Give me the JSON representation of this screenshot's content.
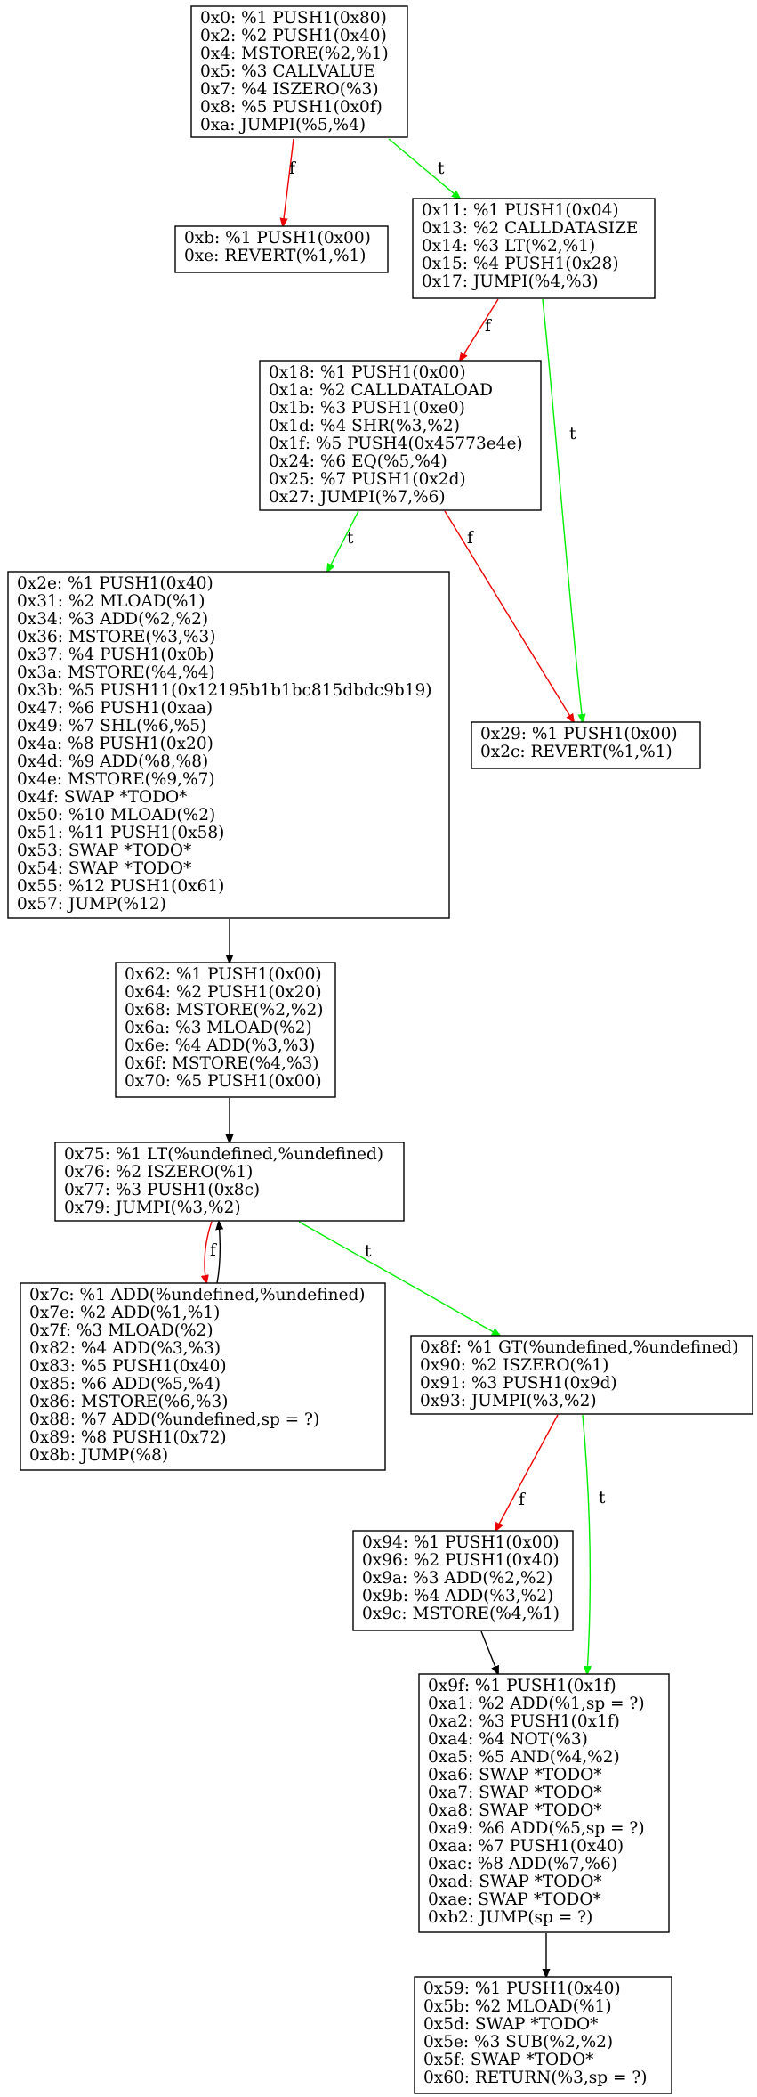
{
  "colors": {
    "true": "#00ee00",
    "false": "#ee0000",
    "plain": "#000000"
  },
  "nodes": [
    {
      "id": "n0",
      "lines": [
        "0x0: %1 PUSH1(0x80)",
        "0x2: %2 PUSH1(0x40)",
        "0x4: MSTORE(%2,%1)",
        "0x5: %3 CALLVALUE",
        "0x7: %4 ISZERO(%3)",
        "0x8: %5 PUSH1(0x0f)",
        "0xa: JUMPI(%5,%4)"
      ]
    },
    {
      "id": "n0b",
      "lines": [
        "0xb: %1 PUSH1(0x00)",
        "0xe: REVERT(%1,%1)"
      ]
    },
    {
      "id": "n11",
      "lines": [
        "0x11: %1 PUSH1(0x04)",
        "0x13: %2 CALLDATASIZE",
        "0x14: %3 LT(%2,%1)",
        "0x15: %4 PUSH1(0x28)",
        "0x17: JUMPI(%4,%3)"
      ]
    },
    {
      "id": "n18",
      "lines": [
        "0x18: %1 PUSH1(0x00)",
        "0x1a: %2 CALLDATALOAD",
        "0x1b: %3 PUSH1(0xe0)",
        "0x1d: %4 SHR(%3,%2)",
        "0x1f: %5 PUSH4(0x45773e4e)",
        "0x24: %6 EQ(%5,%4)",
        "0x25: %7 PUSH1(0x2d)",
        "0x27: JUMPI(%7,%6)"
      ]
    },
    {
      "id": "n2e",
      "lines": [
        "0x2e: %1 PUSH1(0x40)",
        "0x31: %2 MLOAD(%1)",
        "0x34: %3 ADD(%2,%2)",
        "0x36: MSTORE(%3,%3)",
        "0x37: %4 PUSH1(0x0b)",
        "0x3a: MSTORE(%4,%4)",
        "0x3b: %5 PUSH11(0x12195b1b1bc815dbdc9b19)",
        "0x47: %6 PUSH1(0xaa)",
        "0x49: %7 SHL(%6,%5)",
        "0x4a: %8 PUSH1(0x20)",
        "0x4d: %9 ADD(%8,%8)",
        "0x4e: MSTORE(%9,%7)",
        "0x4f: SWAP *TODO*",
        "0x50: %10 MLOAD(%2)",
        "0x51: %11 PUSH1(0x58)",
        "0x53: SWAP *TODO*",
        "0x54: SWAP *TODO*",
        "0x55: %12 PUSH1(0x61)",
        "0x57: JUMP(%12)"
      ]
    },
    {
      "id": "n29",
      "lines": [
        "0x29: %1 PUSH1(0x00)",
        "0x2c: REVERT(%1,%1)"
      ]
    },
    {
      "id": "n62",
      "lines": [
        "0x62: %1 PUSH1(0x00)",
        "0x64: %2 PUSH1(0x20)",
        "0x68: MSTORE(%2,%2)",
        "0x6a: %3 MLOAD(%2)",
        "0x6e: %4 ADD(%3,%3)",
        "0x6f: MSTORE(%4,%3)",
        "0x70: %5 PUSH1(0x00)"
      ]
    },
    {
      "id": "n75",
      "lines": [
        "0x75: %1 LT(%undefined,%undefined)",
        "0x76: %2 ISZERO(%1)",
        "0x77: %3 PUSH1(0x8c)",
        "0x79: JUMPI(%3,%2)"
      ]
    },
    {
      "id": "n7c",
      "lines": [
        "0x7c: %1 ADD(%undefined,%undefined)",
        "0x7e: %2 ADD(%1,%1)",
        "0x7f: %3 MLOAD(%2)",
        "0x82: %4 ADD(%3,%3)",
        "0x83: %5 PUSH1(0x40)",
        "0x85: %6 ADD(%5,%4)",
        "0x86: MSTORE(%6,%3)",
        "0x88: %7 ADD(%undefined,sp = ?)",
        "0x89: %8 PUSH1(0x72)",
        "0x8b: JUMP(%8)"
      ]
    },
    {
      "id": "n8f",
      "lines": [
        "0x8f: %1 GT(%undefined,%undefined)",
        "0x90: %2 ISZERO(%1)",
        "0x91: %3 PUSH1(0x9d)",
        "0x93: JUMPI(%3,%2)"
      ]
    },
    {
      "id": "n94",
      "lines": [
        "0x94: %1 PUSH1(0x00)",
        "0x96: %2 PUSH1(0x40)",
        "0x9a: %3 ADD(%2,%2)",
        "0x9b: %4 ADD(%3,%2)",
        "0x9c: MSTORE(%4,%1)"
      ]
    },
    {
      "id": "n9f",
      "lines": [
        "0x9f: %1 PUSH1(0x1f)",
        "0xa1: %2 ADD(%1,sp = ?)",
        "0xa2: %3 PUSH1(0x1f)",
        "0xa4: %4 NOT(%3)",
        "0xa5: %5 AND(%4,%2)",
        "0xa6: SWAP *TODO*",
        "0xa7: SWAP *TODO*",
        "0xa8: SWAP *TODO*",
        "0xa9: %6 ADD(%5,sp = ?)",
        "0xaa: %7 PUSH1(0x40)",
        "0xac: %8 ADD(%7,%6)",
        "0xad: SWAP *TODO*",
        "0xae: SWAP *TODO*",
        "0xb2: JUMP(sp = ?)"
      ]
    },
    {
      "id": "n59",
      "lines": [
        "0x59: %1 PUSH1(0x40)",
        "0x5b: %2 MLOAD(%1)",
        "0x5d: SWAP *TODO*",
        "0x5e: %3 SUB(%2,%2)",
        "0x5f: SWAP *TODO*",
        "0x60: RETURN(%3,sp = ?)"
      ]
    }
  ],
  "edges": [
    {
      "id": "e0",
      "from": "n0",
      "to": "n0b",
      "kind": "false",
      "label": "f"
    },
    {
      "id": "e1",
      "from": "n0",
      "to": "n11",
      "kind": "true",
      "label": "t"
    },
    {
      "id": "e2",
      "from": "n11",
      "to": "n18",
      "kind": "false",
      "label": "f"
    },
    {
      "id": "e3",
      "from": "n11",
      "to": "n29",
      "kind": "true",
      "label": "t"
    },
    {
      "id": "e4",
      "from": "n18",
      "to": "n2e",
      "kind": "true",
      "label": "t"
    },
    {
      "id": "e5",
      "from": "n18",
      "to": "n29",
      "kind": "false",
      "label": "f"
    },
    {
      "id": "e6",
      "from": "n2e",
      "to": "n62",
      "kind": "plain",
      "label": ""
    },
    {
      "id": "e7",
      "from": "n62",
      "to": "n75",
      "kind": "plain",
      "label": ""
    },
    {
      "id": "e8",
      "from": "n75",
      "to": "n7c",
      "kind": "false",
      "label": "f"
    },
    {
      "id": "e9",
      "from": "n7c",
      "to": "n75",
      "kind": "plain",
      "label": ""
    },
    {
      "id": "e10",
      "from": "n75",
      "to": "n8f",
      "kind": "true",
      "label": "t"
    },
    {
      "id": "e11",
      "from": "n8f",
      "to": "n94",
      "kind": "false",
      "label": "f"
    },
    {
      "id": "e12",
      "from": "n8f",
      "to": "n9f",
      "kind": "true",
      "label": "t"
    },
    {
      "id": "e13",
      "from": "n94",
      "to": "n9f",
      "kind": "plain",
      "label": ""
    },
    {
      "id": "e14",
      "from": "n9f",
      "to": "n59",
      "kind": "plain",
      "label": ""
    }
  ]
}
